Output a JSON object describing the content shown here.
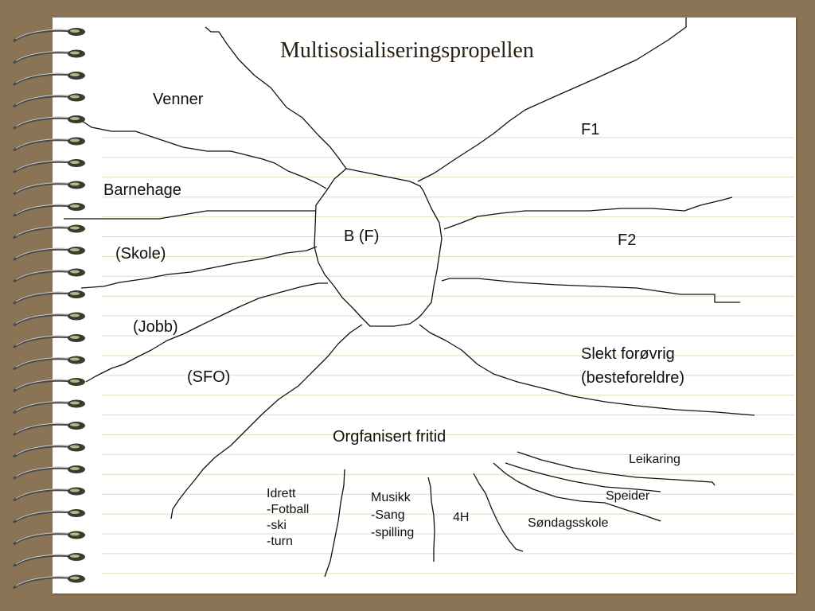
{
  "title": "Multisosialiseringspropellen",
  "center": "B (F)",
  "left_labels": {
    "venner": "Venner",
    "barnehage": "Barnehage",
    "skole": "(Skole)",
    "jobb": "(Jobb)",
    "sfo": "(SFO)"
  },
  "right_labels": {
    "f1": "F1",
    "f2": "F2",
    "slekt": "Slekt forøvrig\n(besteforeldre)"
  },
  "fritid": {
    "heading": "Orgfanisert fritid",
    "idrett": "Idrett\n-Fotball\n-ski\n-turn",
    "musikk": "Musikk\n-Sang\n-spilling",
    "fourh": "4H",
    "sondagsskole": "Søndagsskole",
    "speider": "Speider",
    "leikaring": "Leikaring"
  },
  "colors": {
    "frame": "#8b7355",
    "paper": "#ffffff",
    "rule_line": "#e2dcbc",
    "ink": "#111111",
    "title": "#2a1e10"
  },
  "icons": [
    "spiral-binding-ring"
  ]
}
